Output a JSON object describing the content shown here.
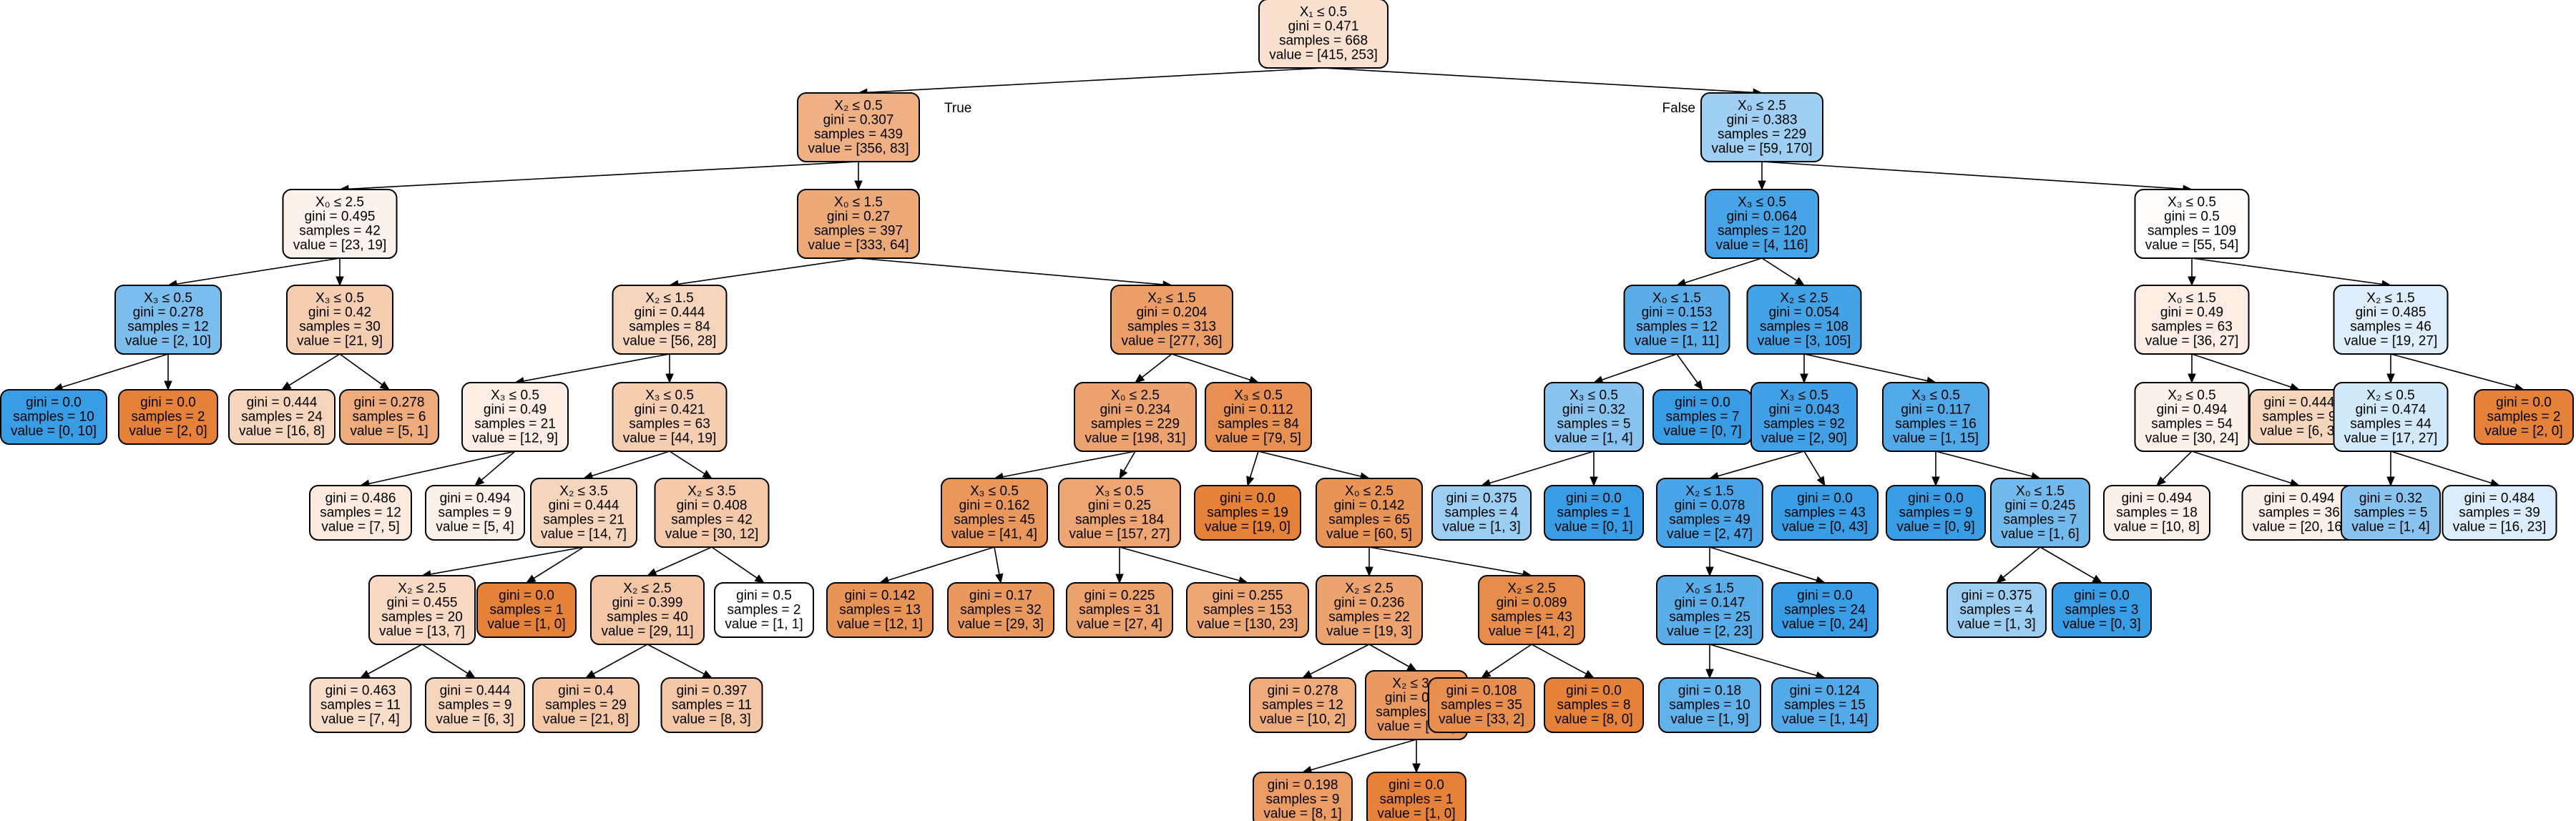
{
  "tree": {
    "colors": {
      "class_0": "#e58139",
      "class_1": "#399de5",
      "neutral": "#ffffff",
      "border": "#000000"
    },
    "nodes": [
      {
        "id": 0,
        "lines": [
          "X₁ ≤ 0.5",
          "gini = 0.471",
          "samples = 668",
          "value = [415, 253]"
        ]
      },
      {
        "id": 1,
        "lines": [
          "X₂ ≤ 0.5",
          "gini = 0.307",
          "samples = 439",
          "value = [356, 83]"
        ]
      },
      {
        "id": 2,
        "lines": [
          "X₀ ≤ 2.5",
          "gini = 0.383",
          "samples = 229",
          "value = [59, 170]"
        ]
      },
      {
        "id": 3,
        "lines": [
          "X₀ ≤ 2.5",
          "gini = 0.495",
          "samples = 42",
          "value = [23, 19]"
        ]
      },
      {
        "id": 4,
        "lines": [
          "X₀ ≤ 1.5",
          "gini = 0.27",
          "samples = 397",
          "value = [333, 64]"
        ]
      },
      {
        "id": 5,
        "lines": [
          "X₃ ≤ 0.5",
          "gini = 0.064",
          "samples = 120",
          "value = [4, 116]"
        ]
      },
      {
        "id": 6,
        "lines": [
          "X₃ ≤ 0.5",
          "gini = 0.5",
          "samples = 109",
          "value = [55, 54]"
        ]
      },
      {
        "id": 7,
        "lines": [
          "X₃ ≤ 0.5",
          "gini = 0.278",
          "samples = 12",
          "value = [2, 10]"
        ]
      },
      {
        "id": 8,
        "lines": [
          "X₃ ≤ 0.5",
          "gini = 0.42",
          "samples = 30",
          "value = [21, 9]"
        ]
      },
      {
        "id": 9,
        "lines": [
          "X₂ ≤ 1.5",
          "gini = 0.444",
          "samples = 84",
          "value = [56, 28]"
        ]
      },
      {
        "id": 10,
        "lines": [
          "X₂ ≤ 1.5",
          "gini = 0.204",
          "samples = 313",
          "value = [277, 36]"
        ]
      },
      {
        "id": 11,
        "lines": [
          "X₀ ≤ 1.5",
          "gini = 0.153",
          "samples = 12",
          "value = [1, 11]"
        ]
      },
      {
        "id": 12,
        "lines": [
          "X₂ ≤ 2.5",
          "gini = 0.054",
          "samples = 108",
          "value = [3, 105]"
        ]
      },
      {
        "id": 13,
        "lines": [
          "X₀ ≤ 1.5",
          "gini = 0.49",
          "samples = 63",
          "value = [36, 27]"
        ]
      },
      {
        "id": 14,
        "lines": [
          "X₂ ≤ 1.5",
          "gini = 0.485",
          "samples = 46",
          "value = [19, 27]"
        ]
      },
      {
        "id": 15,
        "lines": [
          "gini = 0.0",
          "samples = 10",
          "value = [0, 10]"
        ]
      },
      {
        "id": 16,
        "lines": [
          "gini = 0.0",
          "samples = 2",
          "value = [2, 0]"
        ]
      },
      {
        "id": 17,
        "lines": [
          "gini = 0.444",
          "samples = 24",
          "value = [16, 8]"
        ]
      },
      {
        "id": 18,
        "lines": [
          "gini = 0.278",
          "samples = 6",
          "value = [5, 1]"
        ]
      },
      {
        "id": 19,
        "lines": [
          "X₃ ≤ 0.5",
          "gini = 0.49",
          "samples = 21",
          "value = [12, 9]"
        ]
      },
      {
        "id": 20,
        "lines": [
          "X₃ ≤ 0.5",
          "gini = 0.421",
          "samples = 63",
          "value = [44, 19]"
        ]
      },
      {
        "id": 21,
        "lines": [
          "X₀ ≤ 2.5",
          "gini = 0.234",
          "samples = 229",
          "value = [198, 31]"
        ]
      },
      {
        "id": 22,
        "lines": [
          "X₃ ≤ 0.5",
          "gini = 0.112",
          "samples = 84",
          "value = [79, 5]"
        ]
      },
      {
        "id": 23,
        "lines": [
          "X₃ ≤ 0.5",
          "gini = 0.32",
          "samples = 5",
          "value = [1, 4]"
        ]
      },
      {
        "id": 24,
        "lines": [
          "gini = 0.0",
          "samples = 7",
          "value = [0, 7]"
        ]
      },
      {
        "id": 25,
        "lines": [
          "X₃ ≤ 0.5",
          "gini = 0.043",
          "samples = 92",
          "value = [2, 90]"
        ]
      },
      {
        "id": 26,
        "lines": [
          "X₃ ≤ 0.5",
          "gini = 0.117",
          "samples = 16",
          "value = [1, 15]"
        ]
      },
      {
        "id": 27,
        "lines": [
          "X₂ ≤ 0.5",
          "gini = 0.494",
          "samples = 54",
          "value = [30, 24]"
        ]
      },
      {
        "id": 28,
        "lines": [
          "gini = 0.444",
          "samples = 9",
          "value = [6, 3]"
        ]
      },
      {
        "id": 29,
        "lines": [
          "X₂ ≤ 0.5",
          "gini = 0.474",
          "samples = 44",
          "value = [17, 27]"
        ]
      },
      {
        "id": 30,
        "lines": [
          "gini = 0.0",
          "samples = 2",
          "value = [2, 0]"
        ]
      },
      {
        "id": 31,
        "lines": [
          "gini = 0.486",
          "samples = 12",
          "value = [7, 5]"
        ]
      },
      {
        "id": 32,
        "lines": [
          "gini = 0.494",
          "samples = 9",
          "value = [5, 4]"
        ]
      },
      {
        "id": 33,
        "lines": [
          "X₂ ≤ 3.5",
          "gini = 0.444",
          "samples = 21",
          "value = [14, 7]"
        ]
      },
      {
        "id": 34,
        "lines": [
          "X₂ ≤ 3.5",
          "gini = 0.408",
          "samples = 42",
          "value = [30, 12]"
        ]
      },
      {
        "id": 35,
        "lines": [
          "X₃ ≤ 0.5",
          "gini = 0.162",
          "samples = 45",
          "value = [41, 4]"
        ]
      },
      {
        "id": 36,
        "lines": [
          "X₃ ≤ 0.5",
          "gini = 0.25",
          "samples = 184",
          "value = [157, 27]"
        ]
      },
      {
        "id": 37,
        "lines": [
          "gini = 0.0",
          "samples = 19",
          "value = [19, 0]"
        ]
      },
      {
        "id": 38,
        "lines": [
          "X₀ ≤ 2.5",
          "gini = 0.142",
          "samples = 65",
          "value = [60, 5]"
        ]
      },
      {
        "id": 39,
        "lines": [
          "gini = 0.375",
          "samples = 4",
          "value = [1, 3]"
        ]
      },
      {
        "id": 40,
        "lines": [
          "gini = 0.0",
          "samples = 1",
          "value = [0, 1]"
        ]
      },
      {
        "id": 41,
        "lines": [
          "X₂ ≤ 1.5",
          "gini = 0.078",
          "samples = 49",
          "value = [2, 47]"
        ]
      },
      {
        "id": 42,
        "lines": [
          "gini = 0.0",
          "samples = 43",
          "value = [0, 43]"
        ]
      },
      {
        "id": 43,
        "lines": [
          "gini = 0.0",
          "samples = 9",
          "value = [0, 9]"
        ]
      },
      {
        "id": 44,
        "lines": [
          "X₀ ≤ 1.5",
          "gini = 0.245",
          "samples = 7",
          "value = [1, 6]"
        ]
      },
      {
        "id": 45,
        "lines": [
          "gini = 0.494",
          "samples = 18",
          "value = [10, 8]"
        ]
      },
      {
        "id": 46,
        "lines": [
          "gini = 0.494",
          "samples = 36",
          "value = [20, 16]"
        ]
      },
      {
        "id": 47,
        "lines": [
          "gini = 0.32",
          "samples = 5",
          "value = [1, 4]"
        ]
      },
      {
        "id": 48,
        "lines": [
          "gini = 0.484",
          "samples = 39",
          "value = [16, 23]"
        ]
      },
      {
        "id": 49,
        "lines": [
          "X₂ ≤ 2.5",
          "gini = 0.455",
          "samples = 20",
          "value = [13, 7]"
        ]
      },
      {
        "id": 50,
        "lines": [
          "gini = 0.0",
          "samples = 1",
          "value = [1, 0]"
        ]
      },
      {
        "id": 51,
        "lines": [
          "X₂ ≤ 2.5",
          "gini = 0.399",
          "samples = 40",
          "value = [29, 11]"
        ]
      },
      {
        "id": 52,
        "lines": [
          "gini = 0.5",
          "samples = 2",
          "value = [1, 1]"
        ]
      },
      {
        "id": 53,
        "lines": [
          "gini = 0.142",
          "samples = 13",
          "value = [12, 1]"
        ]
      },
      {
        "id": 54,
        "lines": [
          "gini = 0.17",
          "samples = 32",
          "value = [29, 3]"
        ]
      },
      {
        "id": 55,
        "lines": [
          "gini = 0.225",
          "samples = 31",
          "value = [27, 4]"
        ]
      },
      {
        "id": 56,
        "lines": [
          "gini = 0.255",
          "samples = 153",
          "value = [130, 23]"
        ]
      },
      {
        "id": 57,
        "lines": [
          "X₂ ≤ 2.5",
          "gini = 0.236",
          "samples = 22",
          "value = [19, 3]"
        ]
      },
      {
        "id": 58,
        "lines": [
          "X₂ ≤ 2.5",
          "gini = 0.089",
          "samples = 43",
          "value = [41, 2]"
        ]
      },
      {
        "id": 59,
        "lines": [
          "X₀ ≤ 1.5",
          "gini = 0.147",
          "samples = 25",
          "value = [2, 23]"
        ]
      },
      {
        "id": 60,
        "lines": [
          "gini = 0.0",
          "samples = 24",
          "value = [0, 24]"
        ]
      },
      {
        "id": 61,
        "lines": [
          "gini = 0.375",
          "samples = 4",
          "value = [1, 3]"
        ]
      },
      {
        "id": 62,
        "lines": [
          "gini = 0.0",
          "samples = 3",
          "value = [0, 3]"
        ]
      },
      {
        "id": 63,
        "lines": [
          "gini = 0.463",
          "samples = 11",
          "value = [7, 4]"
        ]
      },
      {
        "id": 64,
        "lines": [
          "gini = 0.444",
          "samples = 9",
          "value = [6, 3]"
        ]
      },
      {
        "id": 65,
        "lines": [
          "gini = 0.4",
          "samples = 29",
          "value = [21, 8]"
        ]
      },
      {
        "id": 66,
        "lines": [
          "gini = 0.397",
          "samples = 11",
          "value = [8, 3]"
        ]
      },
      {
        "id": 67,
        "lines": [
          "gini = 0.278",
          "samples = 12",
          "value = [10, 2]"
        ]
      },
      {
        "id": 68,
        "lines": [
          "X₂ ≤ 3.5",
          "gini = 0.18",
          "samples = 10",
          "value = [9, 1]"
        ]
      },
      {
        "id": 69,
        "lines": [
          "gini = 0.108",
          "samples = 35",
          "value = [33, 2]"
        ]
      },
      {
        "id": 70,
        "lines": [
          "gini = 0.0",
          "samples = 8",
          "value = [8, 0]"
        ]
      },
      {
        "id": 71,
        "lines": [
          "gini = 0.18",
          "samples = 10",
          "value = [1, 9]"
        ]
      },
      {
        "id": 72,
        "lines": [
          "gini = 0.124",
          "samples = 15",
          "value = [1, 14]"
        ]
      },
      {
        "id": 73,
        "lines": [
          "gini = 0.198",
          "samples = 9",
          "value = [8, 1]"
        ]
      },
      {
        "id": 74,
        "lines": [
          "gini = 0.0",
          "samples = 1",
          "value = [1, 0]"
        ]
      }
    ],
    "edges": [
      {
        "from": 0,
        "to": 1,
        "label": "True"
      },
      {
        "from": 0,
        "to": 2,
        "label": "False"
      },
      {
        "from": 1,
        "to": 3,
        "label": ""
      },
      {
        "from": 1,
        "to": 4,
        "label": ""
      },
      {
        "from": 2,
        "to": 5,
        "label": ""
      },
      {
        "from": 2,
        "to": 6,
        "label": ""
      },
      {
        "from": 3,
        "to": 7,
        "label": ""
      },
      {
        "from": 3,
        "to": 8,
        "label": ""
      },
      {
        "from": 4,
        "to": 9,
        "label": ""
      },
      {
        "from": 4,
        "to": 10,
        "label": ""
      },
      {
        "from": 5,
        "to": 11,
        "label": ""
      },
      {
        "from": 5,
        "to": 12,
        "label": ""
      },
      {
        "from": 6,
        "to": 13,
        "label": ""
      },
      {
        "from": 6,
        "to": 14,
        "label": ""
      },
      {
        "from": 7,
        "to": 15,
        "label": ""
      },
      {
        "from": 7,
        "to": 16,
        "label": ""
      },
      {
        "from": 8,
        "to": 17,
        "label": ""
      },
      {
        "from": 8,
        "to": 18,
        "label": ""
      },
      {
        "from": 9,
        "to": 19,
        "label": ""
      },
      {
        "from": 9,
        "to": 20,
        "label": ""
      },
      {
        "from": 10,
        "to": 21,
        "label": ""
      },
      {
        "from": 10,
        "to": 22,
        "label": ""
      },
      {
        "from": 11,
        "to": 23,
        "label": ""
      },
      {
        "from": 11,
        "to": 24,
        "label": ""
      },
      {
        "from": 12,
        "to": 25,
        "label": ""
      },
      {
        "from": 12,
        "to": 26,
        "label": ""
      },
      {
        "from": 13,
        "to": 27,
        "label": ""
      },
      {
        "from": 13,
        "to": 28,
        "label": ""
      },
      {
        "from": 14,
        "to": 29,
        "label": ""
      },
      {
        "from": 14,
        "to": 30,
        "label": ""
      },
      {
        "from": 19,
        "to": 31,
        "label": ""
      },
      {
        "from": 19,
        "to": 32,
        "label": ""
      },
      {
        "from": 20,
        "to": 33,
        "label": ""
      },
      {
        "from": 20,
        "to": 34,
        "label": ""
      },
      {
        "from": 21,
        "to": 35,
        "label": ""
      },
      {
        "from": 21,
        "to": 36,
        "label": ""
      },
      {
        "from": 22,
        "to": 37,
        "label": ""
      },
      {
        "from": 22,
        "to": 38,
        "label": ""
      },
      {
        "from": 23,
        "to": 39,
        "label": ""
      },
      {
        "from": 23,
        "to": 40,
        "label": ""
      },
      {
        "from": 25,
        "to": 41,
        "label": ""
      },
      {
        "from": 25,
        "to": 42,
        "label": ""
      },
      {
        "from": 26,
        "to": 43,
        "label": ""
      },
      {
        "from": 26,
        "to": 44,
        "label": ""
      },
      {
        "from": 27,
        "to": 45,
        "label": ""
      },
      {
        "from": 27,
        "to": 46,
        "label": ""
      },
      {
        "from": 29,
        "to": 47,
        "label": ""
      },
      {
        "from": 29,
        "to": 48,
        "label": ""
      },
      {
        "from": 33,
        "to": 49,
        "label": ""
      },
      {
        "from": 33,
        "to": 50,
        "label": ""
      },
      {
        "from": 34,
        "to": 51,
        "label": ""
      },
      {
        "from": 34,
        "to": 52,
        "label": ""
      },
      {
        "from": 35,
        "to": 53,
        "label": ""
      },
      {
        "from": 35,
        "to": 54,
        "label": ""
      },
      {
        "from": 36,
        "to": 55,
        "label": ""
      },
      {
        "from": 36,
        "to": 56,
        "label": ""
      },
      {
        "from": 38,
        "to": 57,
        "label": ""
      },
      {
        "from": 38,
        "to": 58,
        "label": ""
      },
      {
        "from": 41,
        "to": 59,
        "label": ""
      },
      {
        "from": 41,
        "to": 60,
        "label": ""
      },
      {
        "from": 44,
        "to": 61,
        "label": ""
      },
      {
        "from": 44,
        "to": 62,
        "label": ""
      },
      {
        "from": 49,
        "to": 63,
        "label": ""
      },
      {
        "from": 49,
        "to": 64,
        "label": ""
      },
      {
        "from": 51,
        "to": 65,
        "label": ""
      },
      {
        "from": 51,
        "to": 66,
        "label": ""
      },
      {
        "from": 57,
        "to": 67,
        "label": ""
      },
      {
        "from": 57,
        "to": 68,
        "label": ""
      },
      {
        "from": 58,
        "to": 69,
        "label": ""
      },
      {
        "from": 58,
        "to": 70,
        "label": ""
      },
      {
        "from": 59,
        "to": 71,
        "label": ""
      },
      {
        "from": 59,
        "to": 72,
        "label": ""
      },
      {
        "from": 68,
        "to": 73,
        "label": ""
      },
      {
        "from": 68,
        "to": 74,
        "label": ""
      }
    ]
  }
}
